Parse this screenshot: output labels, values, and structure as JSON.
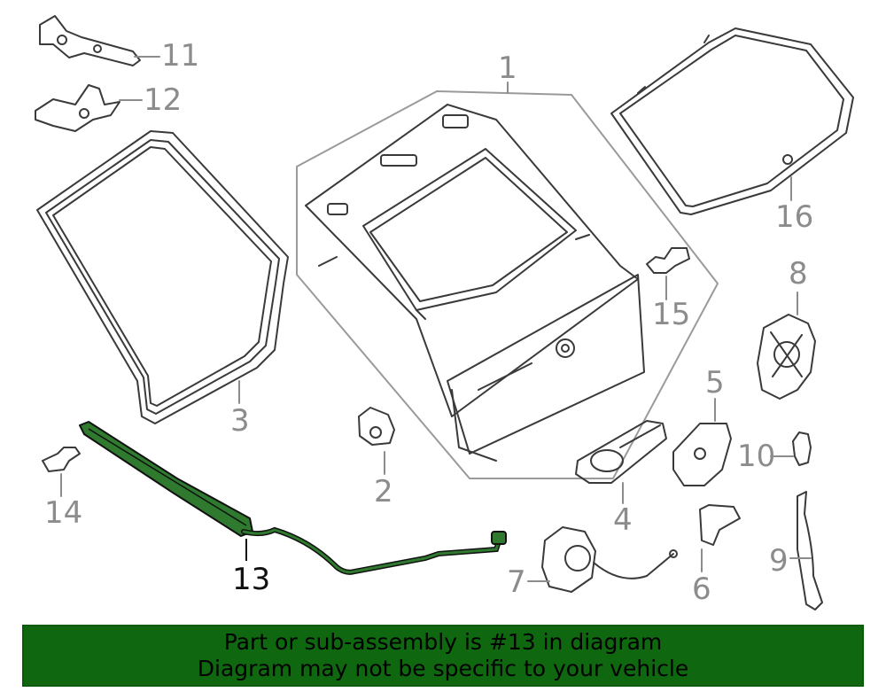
{
  "diagram": {
    "callouts": [
      {
        "id": "1",
        "label": "1"
      },
      {
        "id": "2",
        "label": "2"
      },
      {
        "id": "3",
        "label": "3"
      },
      {
        "id": "4",
        "label": "4"
      },
      {
        "id": "5",
        "label": "5"
      },
      {
        "id": "6",
        "label": "6"
      },
      {
        "id": "7",
        "label": "7"
      },
      {
        "id": "8",
        "label": "8"
      },
      {
        "id": "9",
        "label": "9"
      },
      {
        "id": "10",
        "label": "10"
      },
      {
        "id": "11",
        "label": "11"
      },
      {
        "id": "12",
        "label": "12"
      },
      {
        "id": "13",
        "label": "13"
      },
      {
        "id": "14",
        "label": "14"
      },
      {
        "id": "15",
        "label": "15"
      },
      {
        "id": "16",
        "label": "16"
      }
    ],
    "highlighted_part": "13"
  },
  "banner": {
    "line1": "Part or sub-assembly is #13 in diagram",
    "line2": "Diagram may not be specific to your vehicle"
  },
  "colors": {
    "banner_bg": "#0f670f",
    "highlight_fill": "#2f7a2f",
    "line_art": "#3a3a3a",
    "callout_gray": "#8c8c8c",
    "callout_highlight": "#111111"
  }
}
